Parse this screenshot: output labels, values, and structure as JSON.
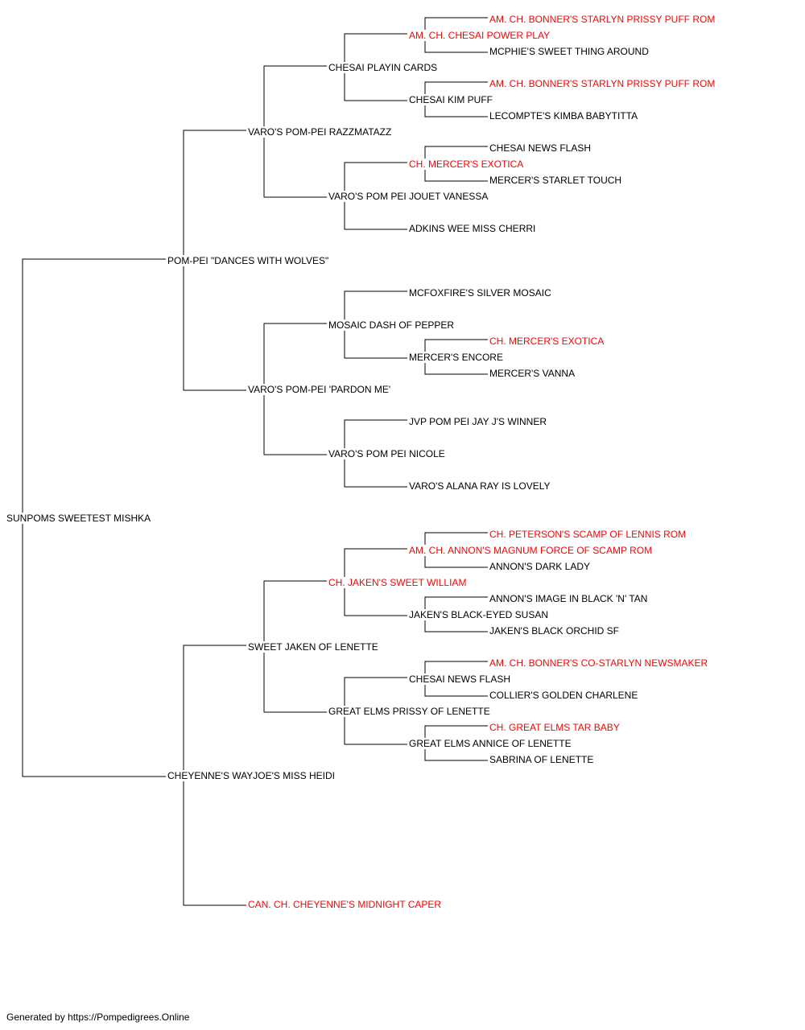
{
  "colors": {
    "champion": "#ff0000",
    "normal": "#000000",
    "line": "#000000"
  },
  "pedigree": {
    "subject": {
      "name": "SUNPOMS SWEETEST MISHKA"
    },
    "sire": {
      "name": "POM-PEI \"DANCES WITH WOLVES\""
    },
    "dam": {
      "name": "CHEYENNE'S WAYJOE'S MISS HEIDI"
    },
    "sire_sire": {
      "name": "VARO'S POM-PEI RAZZMATAZZ"
    },
    "sire_dam": {
      "name": "VARO'S POM-PEI 'PARDON ME'"
    },
    "dam_sire": {
      "name": "SWEET JAKEN OF LENETTE"
    },
    "dam_dam": {
      "name": "CAN. CH. CHEYENNE'S MIDNIGHT CAPER",
      "champion": true
    },
    "ss_sire": {
      "name": "CHESAI PLAYIN CARDS"
    },
    "ss_dam": {
      "name": "VARO'S POM PEI JOUET VANESSA"
    },
    "sd_sire": {
      "name": "MOSAIC DASH OF PEPPER"
    },
    "sd_dam": {
      "name": "VARO'S POM PEI NICOLE"
    },
    "ds_sire": {
      "name": "CH. JAKEN'S SWEET WILLIAM",
      "champion": true
    },
    "ds_dam": {
      "name": "GREAT ELMS PRISSY OF LENETTE"
    },
    "ss_s_sire": {
      "name": "AM. CH. CHESAI POWER PLAY",
      "champion": true
    },
    "ss_s_dam": {
      "name": "CHESAI KIM PUFF"
    },
    "ss_d_sire": {
      "name": "CH. MERCER'S EXOTICA",
      "champion": true
    },
    "ss_d_dam": {
      "name": "ADKINS WEE MISS CHERRI"
    },
    "sd_s_sire": {
      "name": "MCFOXFIRE'S SILVER MOSAIC"
    },
    "sd_s_dam": {
      "name": "MERCER'S ENCORE"
    },
    "sd_d_sire": {
      "name": "JVP POM PEI JAY J'S WINNER"
    },
    "sd_d_dam": {
      "name": "VARO'S ALANA RAY IS LOVELY"
    },
    "ds_s_sire": {
      "name": "AM. CH. ANNON'S MAGNUM FORCE OF SCAMP ROM",
      "champion": true
    },
    "ds_s_dam": {
      "name": "JAKEN'S BLACK-EYED SUSAN"
    },
    "ds_d_sire": {
      "name": "CHESAI NEWS FLASH"
    },
    "ds_d_dam": {
      "name": "GREAT ELMS ANNICE OF LENETTE"
    },
    "g5_1": {
      "name": "AM. CH. BONNER'S STARLYN PRISSY PUFF ROM",
      "champion": true
    },
    "g5_2": {
      "name": "MCPHIE'S SWEET THING AROUND"
    },
    "g5_3": {
      "name": "AM. CH. BONNER'S STARLYN PRISSY PUFF ROM",
      "champion": true
    },
    "g5_4": {
      "name": "LECOMPTE'S KIMBA BABYTITTA"
    },
    "g5_5": {
      "name": "CHESAI NEWS FLASH"
    },
    "g5_6": {
      "name": "MERCER'S STARLET TOUCH"
    },
    "g5_7": {
      "name": "CH. MERCER'S EXOTICA",
      "champion": true
    },
    "g5_8": {
      "name": "MERCER'S VANNA"
    },
    "g5_9": {
      "name": "CH. PETERSON'S SCAMP OF LENNIS ROM",
      "champion": true
    },
    "g5_10": {
      "name": "ANNON'S DARK LADY"
    },
    "g5_11": {
      "name": "ANNON'S IMAGE IN BLACK 'N' TAN"
    },
    "g5_12": {
      "name": "JAKEN'S BLACK ORCHID SF"
    },
    "g5_13": {
      "name": "AM. CH. BONNER'S CO-STARLYN NEWSMAKER",
      "champion": true
    },
    "g5_14": {
      "name": "COLLIER'S GOLDEN CHARLENE"
    },
    "g5_15": {
      "name": "CH. GREAT ELMS TAR BABY",
      "champion": true
    },
    "g5_16": {
      "name": "SABRINA OF LENETTE"
    }
  },
  "footer": {
    "text": "Generated by https://Pompedigrees.Online"
  }
}
